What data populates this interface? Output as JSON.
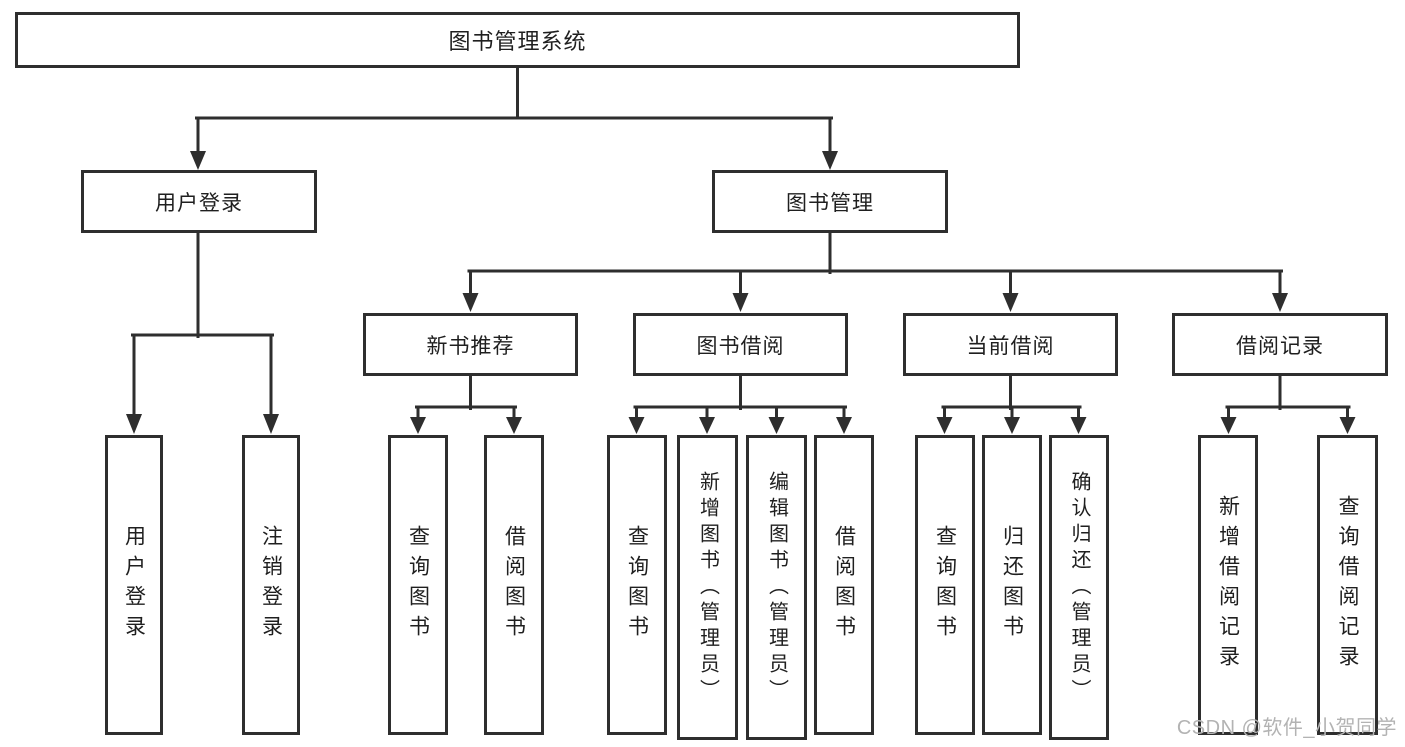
{
  "diagram": {
    "title": "图书管理系统",
    "branches": [
      {
        "label": "用户登录",
        "children": [
          {
            "label": "用户登录"
          },
          {
            "label": "注销登录"
          }
        ]
      },
      {
        "label": "图书管理",
        "children": [
          {
            "label": "新书推荐",
            "children": [
              {
                "label": "查询图书"
              },
              {
                "label": "借阅图书"
              }
            ]
          },
          {
            "label": "图书借阅",
            "children": [
              {
                "label": "查询图书"
              },
              {
                "label": "新增图书（管理员）"
              },
              {
                "label": "编辑图书（管理员）"
              },
              {
                "label": "借阅图书"
              }
            ]
          },
          {
            "label": "当前借阅",
            "children": [
              {
                "label": "查询图书"
              },
              {
                "label": "归还图书"
              },
              {
                "label": "确认归还（管理员）"
              }
            ]
          },
          {
            "label": "借阅记录",
            "children": [
              {
                "label": "新增借阅记录"
              },
              {
                "label": "查询借阅记录"
              }
            ]
          }
        ]
      }
    ]
  },
  "watermark": {
    "text": "CSDN @软件_小贺同学"
  }
}
